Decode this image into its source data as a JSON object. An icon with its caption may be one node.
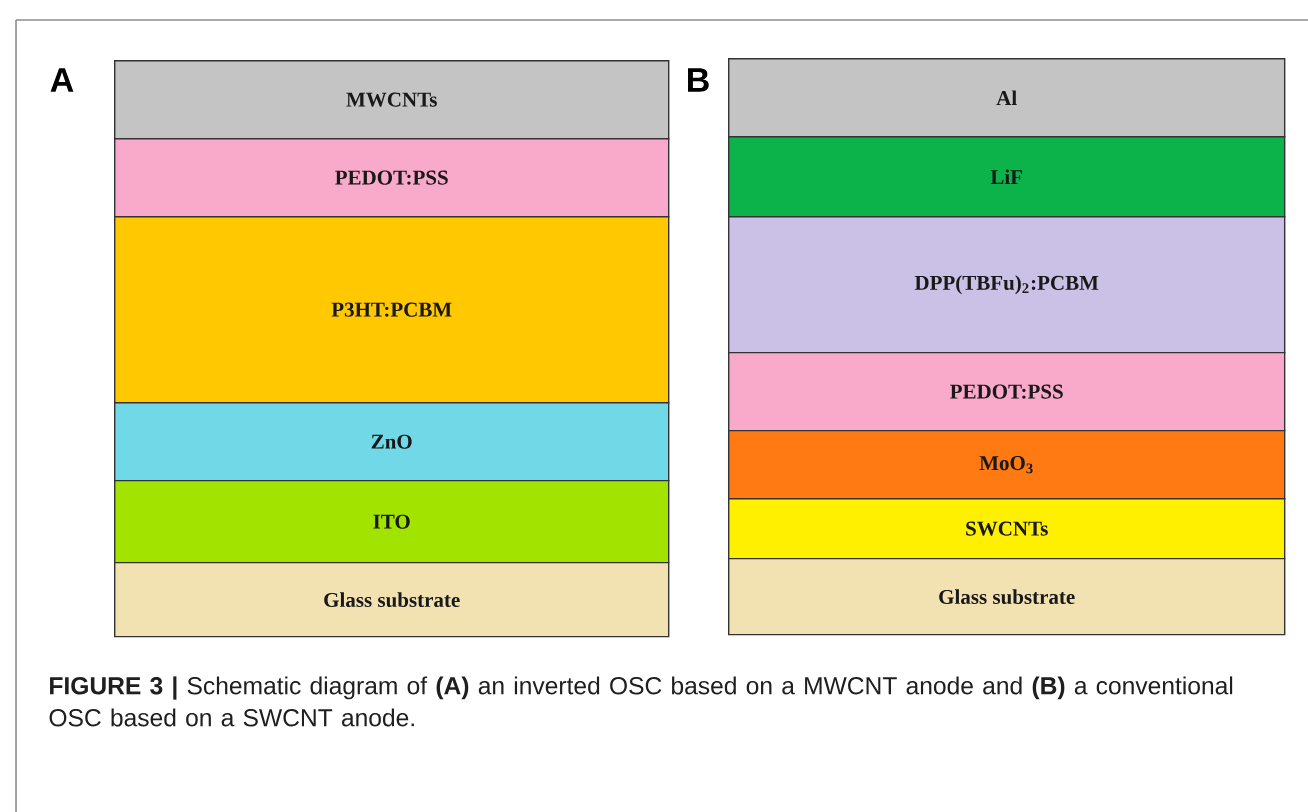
{
  "diagram": {
    "caption": "**FIGURE 3 |** Schematic diagram of **(A)** an inverted OSC based on a MWCNT anode and **(B)** a conventional OSC based on a SWCNT anode.",
    "nodes": [
      {
        "text": [
          "MWCNTs"
        ]
      },
      {
        "text": [
          "PEDOT:PSS"
        ]
      },
      {
        "text": [
          "P3HT:PCBM"
        ]
      },
      {
        "text": [
          "ZnO"
        ]
      },
      {
        "text": [
          "ITO"
        ]
      },
      {
        "text": [
          "Glass substrate"
        ]
      },
      {
        "text": [
          "Al"
        ]
      },
      {
        "text": [
          "LiF"
        ]
      },
      {
        "text": [
          "DPP(TBFu)$_{2}$:PCBM"
        ]
      },
      {
        "text": [
          "PEDOT:PSS"
        ]
      },
      {
        "text": [
          "MoO$_{3}$"
        ]
      },
      {
        "text": [
          "SWCNTs"
        ]
      },
      {
        "text": [
          "Glass substrate"
        ]
      }
    ],
    "labels": [
      "A",
      "B"
    ]
  }
}
